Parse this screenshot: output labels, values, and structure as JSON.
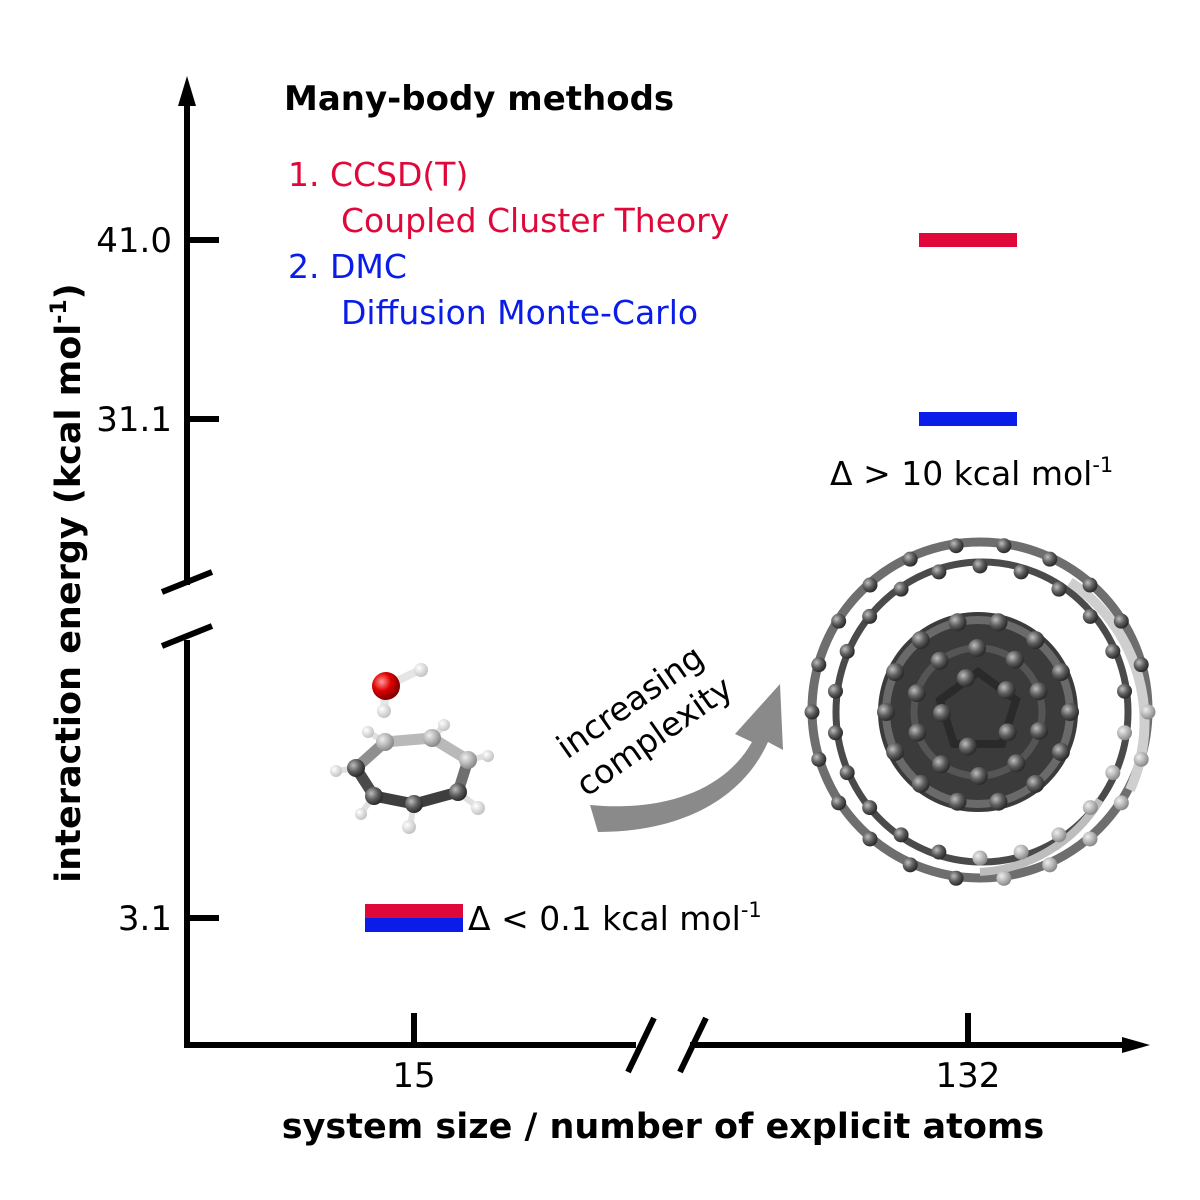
{
  "chart_data": {
    "type": "bar",
    "title": "",
    "xlabel": "system size / number of explicit atoms",
    "ylabel": "interaction energy (kcal mol",
    "ylabel_sup": "-1",
    "ylabel_close": ")",
    "x_ticks": [
      "15",
      "132"
    ],
    "y_ticks": [
      3.1,
      31.1,
      41.0
    ],
    "y_tick_labels": [
      "3.1",
      "31.1",
      "41.0"
    ],
    "axis_breaks": [
      "x",
      "y"
    ],
    "grid": false,
    "legend": {
      "title": "Many-body methods",
      "placement": "top-left",
      "items": [
        {
          "number": "1. CCSD(T)",
          "description": "Coupled Cluster Theory",
          "color": "#e0083a"
        },
        {
          "number": "2. DMC",
          "description": "Diffusion Monte-Carlo",
          "color": "#0a1de8"
        }
      ]
    },
    "series": [
      {
        "name": "CCSD(T)",
        "color": "#e0083a",
        "points": [
          {
            "x": 15,
            "y": 3.1
          },
          {
            "x": 132,
            "y": 41.0
          }
        ]
      },
      {
        "name": "DMC",
        "color": "#0a1de8",
        "points": [
          {
            "x": 15,
            "y": 3.1
          },
          {
            "x": 132,
            "y": 31.1
          }
        ]
      }
    ],
    "annotations": {
      "small": {
        "prefix": "Δ < 0.1 kcal mol",
        "sup": "-1"
      },
      "large": {
        "prefix": "Δ > 10 kcal mol",
        "sup": "-1"
      },
      "arrow_line1": "increasing",
      "arrow_line2": "complexity"
    },
    "icons": [
      "water-benzene-molecule-icon",
      "fullerene-nanoring-complex-icon"
    ]
  }
}
